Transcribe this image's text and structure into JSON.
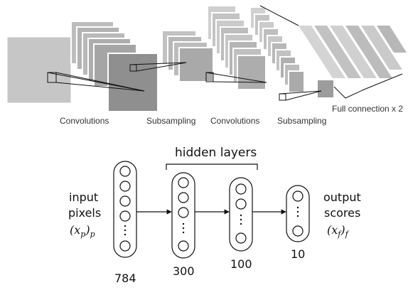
{
  "cnn": {
    "stage_labels": [
      "Convolutions",
      "Subsampling",
      "Convolutions",
      "Subsampling"
    ],
    "fc_label": "Full connection x 2",
    "colors": {
      "light": "#c8c8c8",
      "mid": "#a8a8a8",
      "dark": "#8c8c8c",
      "stroke": "#ffffff",
      "line": "#111111"
    }
  },
  "mlp": {
    "hidden_title": "hidden layers",
    "input": {
      "line1": "input",
      "line2": "pixels",
      "math": "(x_p)_p"
    },
    "output": {
      "line1": "output",
      "line2": "scores",
      "math": "(x_f)_f"
    },
    "layers": [
      {
        "name": "input-layer",
        "size_label": "784"
      },
      {
        "name": "hidden-layer-1",
        "size_label": "300"
      },
      {
        "name": "hidden-layer-2",
        "size_label": "100"
      },
      {
        "name": "output-layer",
        "size_label": "10"
      }
    ]
  }
}
